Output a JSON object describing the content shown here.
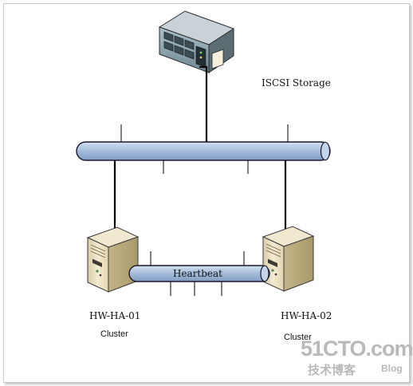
{
  "storage": {
    "label": "ISCSI Storage",
    "icon": "storage-array-icon"
  },
  "nodes": [
    {
      "name": "HW-HA-01",
      "role": "Cluster",
      "icon": "server-tower-icon"
    },
    {
      "name": "HW-HA-02",
      "role": "Cluster",
      "icon": "server-tower-icon"
    }
  ],
  "heartbeat": {
    "label": "Heartbeat"
  },
  "watermark": {
    "site": "51CTO.com",
    "tagline": "技术博客",
    "blog": "Blog"
  },
  "colors": {
    "pipe_fill": "#a9bfdc",
    "pipe_stroke": "#1a1a2e",
    "server_fill": "#ece2c2",
    "storage_front": "#8fa7b3",
    "link_line": "#000000"
  }
}
